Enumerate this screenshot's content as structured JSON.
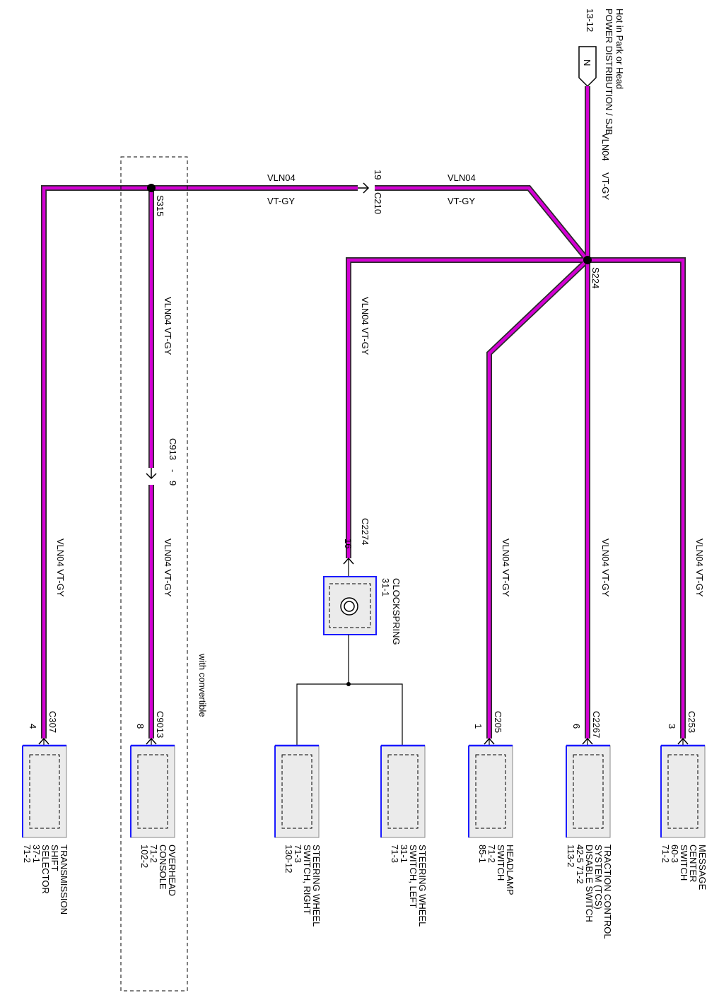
{
  "colors": {
    "wire": "#d400d4",
    "wire_outline": "#2a2a2a",
    "component_border": "#1a1aff",
    "component_fill": "#ebebeb"
  },
  "power_source": {
    "label_line1": "Hot in Park or Head",
    "label_line2": "POWER DISTRIBUTION / SJB",
    "ref": "13-12",
    "fuse_label": "N"
  },
  "main_feed": {
    "circuit": "VLN04",
    "color_code": "VT-GY"
  },
  "splices": {
    "right": "S224",
    "left": "S315"
  },
  "inline_connectors": {
    "c210": {
      "name": "C210",
      "pin": "19"
    },
    "c913": {
      "name": "C913",
      "dash": "-",
      "pin": "9"
    }
  },
  "wire_labels": {
    "top_right_circuit": "VLN04",
    "top_right_color": "VT-GY",
    "top_left_circuit": "VLN04",
    "top_left_color": "VT-GY",
    "console_upper": "VLN04  VT-GY",
    "console_lower": "VLN04  VT-GY",
    "clockspring": "VLN04  VT-GY",
    "trans": "VLN04  VT-GY",
    "headlamp": "VLN04  VT-GY",
    "tcs": "VLN04  VT-GY",
    "message": "VLN04  VT-GY"
  },
  "option_box": {
    "label": "with convertible"
  },
  "clockspring": {
    "connector": "C2274",
    "pin": "16",
    "name": "CLOCKSPRING",
    "ref": "31-1"
  },
  "components": [
    {
      "id": "trans",
      "connector": "C307",
      "pin": "4",
      "lines": [
        "TRANSMISSION",
        "SHIFT",
        "SELECTOR",
        "37-1",
        "71-2"
      ]
    },
    {
      "id": "console",
      "connector": "C9013",
      "pin": "8",
      "lines": [
        "OVERHEAD",
        "CONSOLE",
        "71-2",
        "102-2"
      ]
    },
    {
      "id": "swr",
      "lines": [
        "STEERING WHEEL",
        "SWITCH, RIGHT",
        "71-3",
        "130-12"
      ]
    },
    {
      "id": "swl",
      "lines": [
        "STEERING WHEEL",
        "SWITCH, LEFT",
        "31-1",
        "71-3"
      ]
    },
    {
      "id": "headlamp",
      "connector": "C205",
      "pin": "1",
      "lines": [
        "HEADLAMP",
        "SWITCH",
        "71-2",
        "85-1"
      ]
    },
    {
      "id": "tcs",
      "connector": "C2267",
      "pin": "6",
      "lines": [
        "TRACTION CONTROL",
        "SYSTEM (TCS)",
        "DISABLE SWITCH",
        "42-5        71-2",
        "113-2"
      ]
    },
    {
      "id": "msg",
      "connector": "C253",
      "pin": "3",
      "lines": [
        "MESSAGE",
        "CENTER",
        "SWITCH",
        "60-3",
        "71-2"
      ]
    }
  ]
}
